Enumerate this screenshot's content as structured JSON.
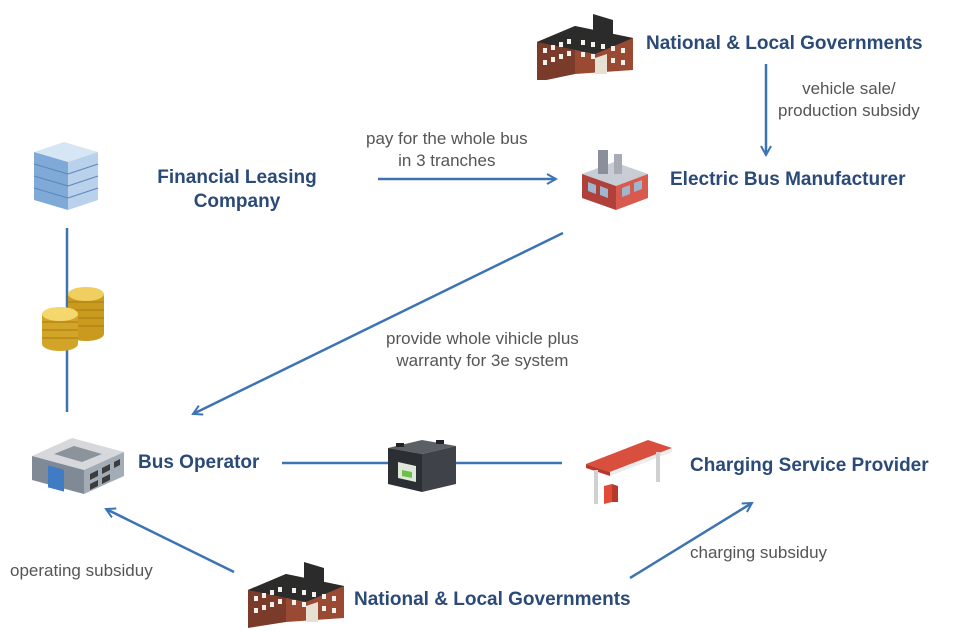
{
  "nodes": {
    "gov_top": {
      "label": "National & Local Governments",
      "icon": "government-building-icon"
    },
    "leasing": {
      "label_line1": "Financial Leasing",
      "label_line2": "Company",
      "icon": "office-tower-icon"
    },
    "manufacturer": {
      "label": "Electric Bus Manufacturer",
      "icon": "factory-icon"
    },
    "operator": {
      "label": "Bus Operator",
      "icon": "depot-building-icon"
    },
    "charging": {
      "label": "Charging Service Provider",
      "icon": "gas-station-icon"
    },
    "gov_bottom": {
      "label": "National & Local Governments",
      "icon": "government-building-icon"
    }
  },
  "edges": {
    "subsidy_production": {
      "line1": "vehicle sale/",
      "line2": "production subsidy"
    },
    "payment": {
      "line1": "pay for the whole bus",
      "line2": "in 3 tranches"
    },
    "provide": {
      "line1": "provide whole vihicle plus",
      "line2": "warranty for 3e system"
    },
    "operating": {
      "line1": "operating subsiduy"
    },
    "charging": {
      "line1": "charging subsiduy"
    }
  },
  "decorations": {
    "coins": "coin-stack-icon",
    "battery": "battery-icon"
  },
  "colors": {
    "arrow": "#3c73b4",
    "node_text": "#2b4a78",
    "edge_text": "#555555"
  }
}
